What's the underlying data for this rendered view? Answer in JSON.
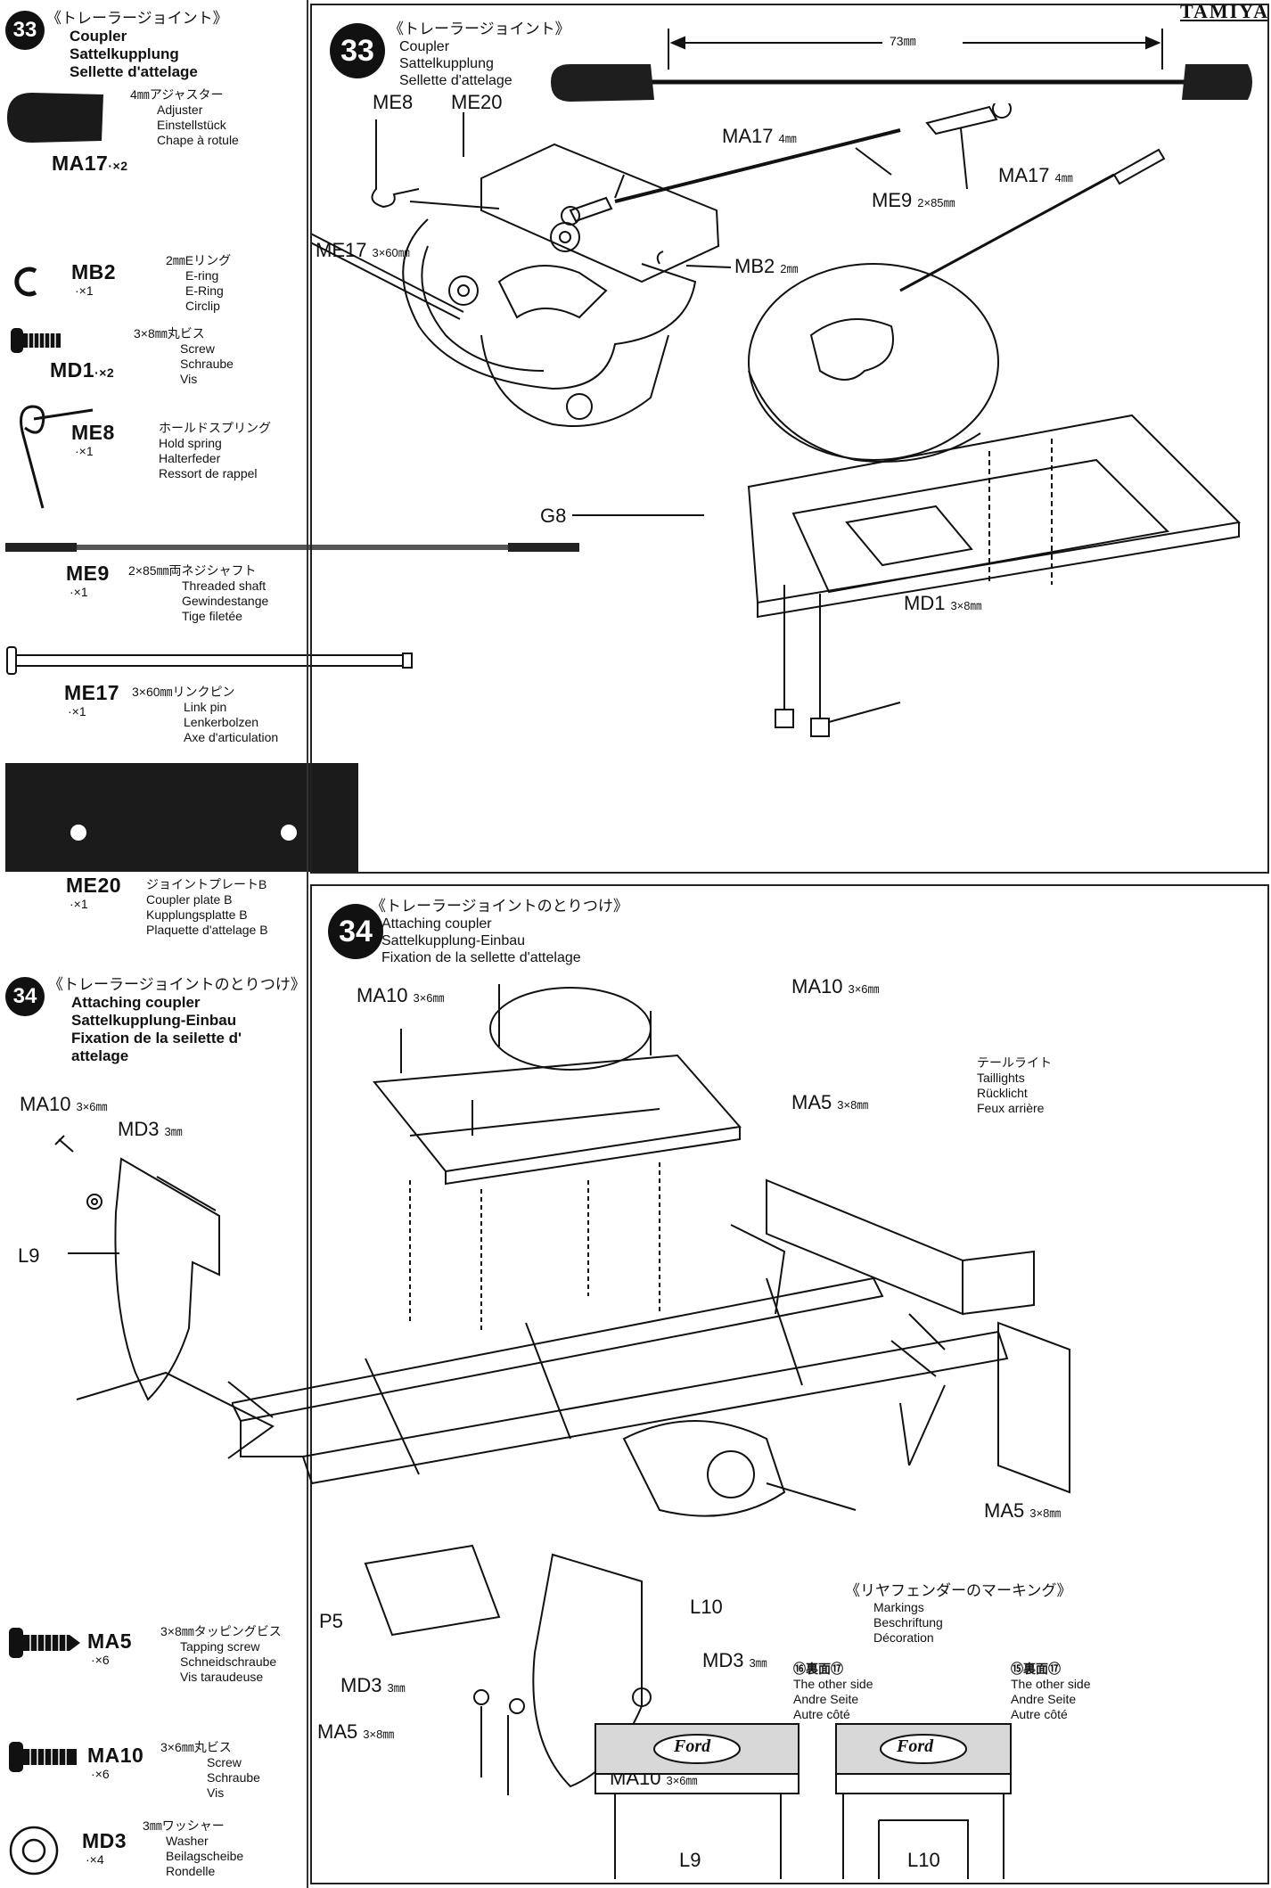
{
  "brand": "TAMIYA",
  "step33": {
    "number": "33",
    "title_jp": "《トレーラージョイント》",
    "title_en": "Coupler",
    "title_de": "Sattelkupplung",
    "title_fr": "Sellette d'attelage"
  },
  "step34": {
    "number": "34",
    "title_jp": "《トレーラージョイントのとりつけ》",
    "title_en": "Attaching coupler",
    "title_de": "Sattelkupplung-Einbau",
    "title_fr_1": "Fixation de la seilette d'",
    "title_fr_2": "attelage",
    "panel_title_fr": "Fixation de la sellette d'attelage"
  },
  "parts33": {
    "ma17": {
      "code": "MA17",
      "qty": "·×2",
      "jp": "4㎜アジャスター",
      "en": "Adjuster",
      "de": "Einstellstück",
      "fr": "Chape à rotule"
    },
    "mb2": {
      "code": "MB2",
      "qty": "·×1",
      "jp": "2㎜Eリング",
      "en": "E-ring",
      "de": "E-Ring",
      "fr": "Circlip"
    },
    "md1": {
      "code": "MD1",
      "qty": "·×2",
      "jp": "3×8㎜丸ビス",
      "en": "Screw",
      "de": "Schraube",
      "fr": "Vis"
    },
    "me8": {
      "code": "ME8",
      "qty": "·×1",
      "jp": "ホールドスプリング",
      "en": "Hold spring",
      "de": "Halterfeder",
      "fr": "Ressort de rappel"
    },
    "me9": {
      "code": "ME9",
      "qty": "·×1",
      "jp": "2×85㎜両ネジシャフト",
      "en": "Threaded shaft",
      "de": "Gewindestange",
      "fr": "Tige filetée"
    },
    "me17": {
      "code": "ME17",
      "qty": "·×1",
      "jp": "3×60㎜リンクピン",
      "en": "Link pin",
      "de": "Lenkerbolzen",
      "fr": "Axe d'articulation"
    },
    "me20": {
      "code": "ME20",
      "qty": "·×1",
      "jp": "ジョイントプレートB",
      "en": "Coupler plate B",
      "de": "Kupplungsplatte B",
      "fr": "Plaquette d'attelage B"
    }
  },
  "parts34": {
    "ma5": {
      "code": "MA5",
      "qty": "·×6",
      "jp": "3×8㎜タッピングビス",
      "en": "Tapping screw",
      "de": "Schneidschraube",
      "fr": "Vis taraudeuse"
    },
    "ma10": {
      "code": "MA10",
      "qty": "·×6",
      "jp": "3×6㎜丸ビス",
      "en": "Screw",
      "de": "Schraube",
      "fr": "Vis"
    },
    "md3": {
      "code": "MD3",
      "qty": "·×4",
      "jp": "3㎜ワッシャー",
      "en": "Washer",
      "de": "Beilagscheibe",
      "fr": "Rondelle"
    }
  },
  "diagram33": {
    "dim": "73㎜",
    "me8": "ME8",
    "me20": "ME20",
    "ma17_a": "MA17",
    "ma17_a_spec": "4㎜",
    "ma17_b": "MA17",
    "ma17_b_spec": "4㎜",
    "me9": "ME9",
    "me9_spec": "2×85㎜",
    "me17": "ME17",
    "me17_spec": "3×60㎜",
    "mb2": "MB2",
    "mb2_spec": "2㎜",
    "g8": "G8",
    "md1": "MD1",
    "md1_spec": "3×8㎜"
  },
  "side34": {
    "ma10": "MA10",
    "ma10_spec": "3×6㎜",
    "md3": "MD3",
    "md3_spec": "3㎜",
    "l9": "L9"
  },
  "diagram34": {
    "ma10_a": "MA10",
    "ma10_a_spec": "3×6㎜",
    "ma10_b": "MA10",
    "ma10_b_spec": "3×6㎜",
    "ma5_a": "MA5",
    "ma5_a_spec": "3×8㎜",
    "ma5_b": "MA5",
    "ma5_b_spec": "3×8㎜",
    "ma5_c": "MA5",
    "ma5_c_spec": "3×8㎜",
    "md3_a": "MD3",
    "md3_a_spec": "3㎜",
    "md3_b": "MD3",
    "md3_b_spec": "3㎜",
    "ma10_c": "MA10",
    "ma10_c_spec": "3×6㎜",
    "l10": "L10",
    "p5": "P5",
    "taillight_jp": "テールライト",
    "taillight_en": "Taillights",
    "taillight_de": "Rücklicht",
    "taillight_fr": "Feux arrière"
  },
  "markings": {
    "title_jp": "《リヤフェンダーのマーキング》",
    "en": "Markings",
    "de": "Beschriftung",
    "fr": "Décoration",
    "left_head": "⑯裏面⑰",
    "right_head": "⑮裏面⑰",
    "other_en": "The other side",
    "other_de": "Andre Seite",
    "other_fr": "Autre côté",
    "logo": "Ford",
    "left_label": "L9",
    "right_label": "L10"
  }
}
